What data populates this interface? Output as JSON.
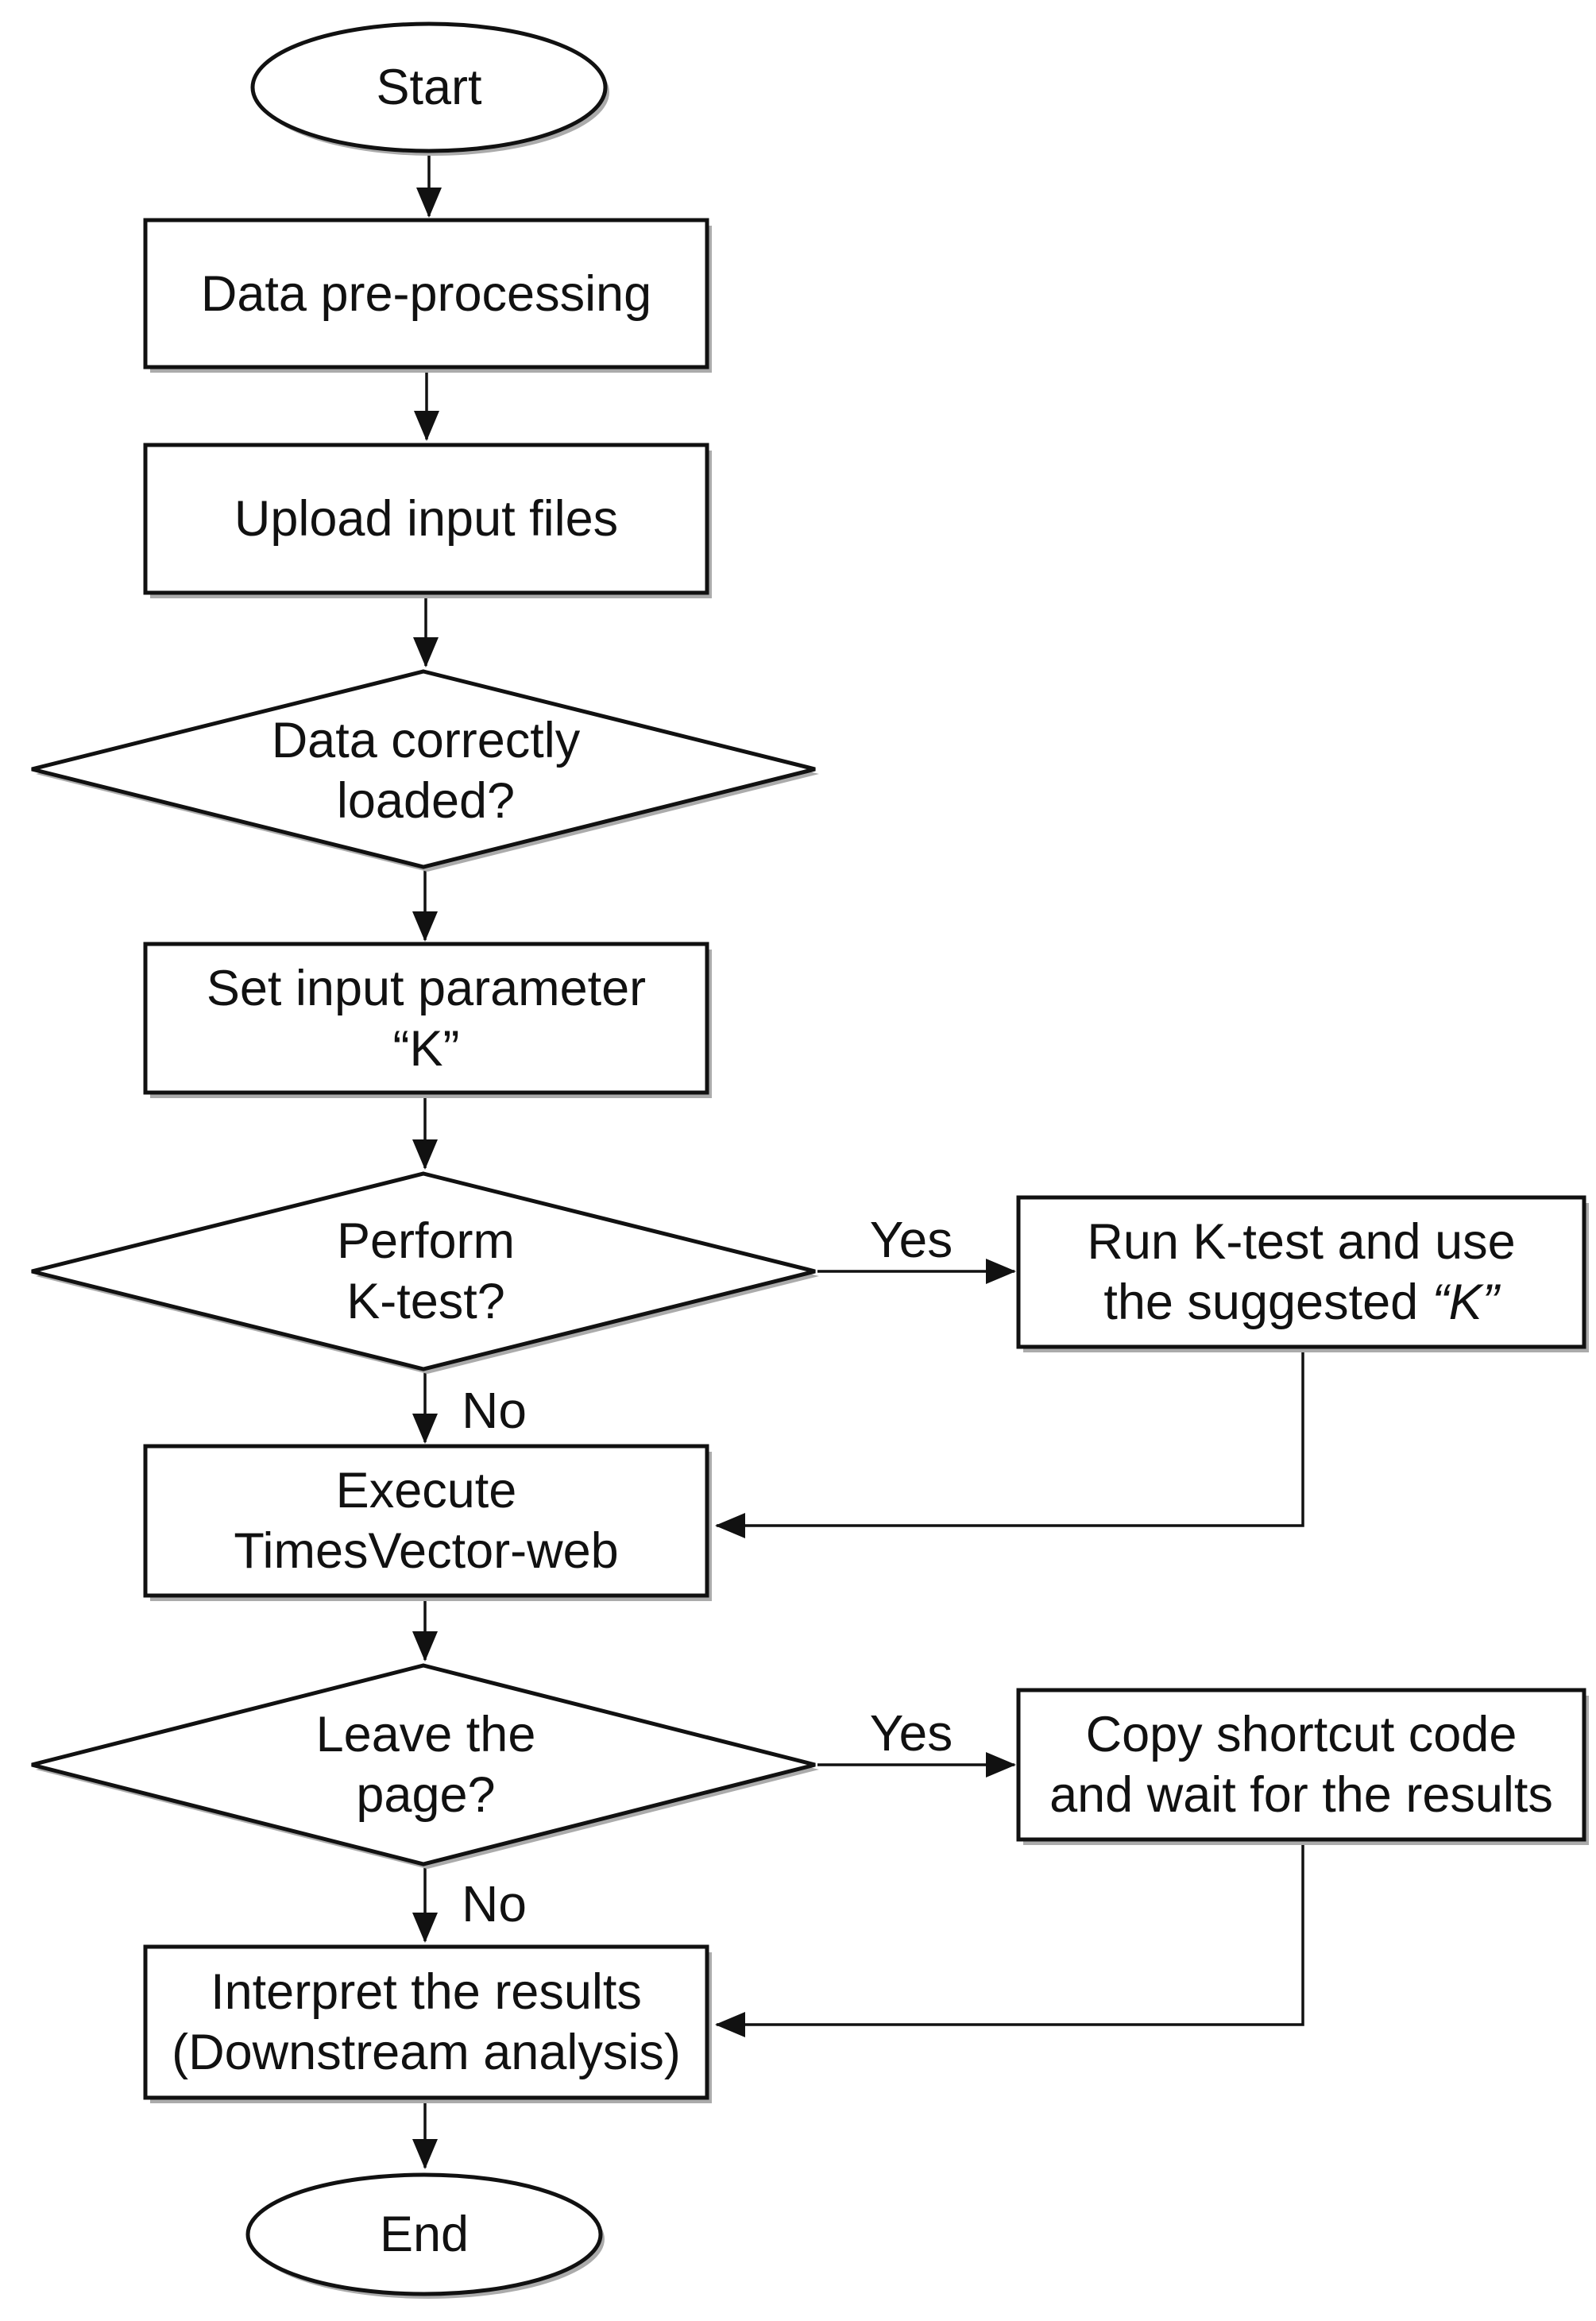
{
  "figure": {
    "type": "flowchart",
    "background_color": "#ffffff",
    "stroke_color": "#111111",
    "shadow_color": "#ababab"
  },
  "nodes": {
    "start": {
      "shape": "terminator",
      "label": "Start"
    },
    "preprocess": {
      "shape": "process",
      "lines": [
        "Data pre-processing"
      ]
    },
    "upload": {
      "shape": "process",
      "lines": [
        "Upload input files"
      ]
    },
    "loaded": {
      "shape": "decision",
      "lines": [
        "Data correctly",
        "loaded?"
      ]
    },
    "setk": {
      "shape": "process",
      "lines": [
        "Set input parameter",
        "“K”"
      ]
    },
    "ktest": {
      "shape": "decision",
      "lines": [
        "Perform",
        "K-test?"
      ]
    },
    "runktest": {
      "shape": "process",
      "lines": [
        "Run K-test and use",
        "the suggested"
      ],
      "k_word": "“K”"
    },
    "execute": {
      "shape": "process",
      "lines": [
        "Execute",
        "TimesVector-web"
      ]
    },
    "leave": {
      "shape": "decision",
      "lines": [
        "Leave the",
        "page?"
      ]
    },
    "copycode": {
      "shape": "process",
      "lines": [
        "Copy shortcut code",
        "and wait for the results"
      ]
    },
    "interpret": {
      "shape": "process",
      "lines": [
        "Interpret the results",
        "(Downstream analysis)"
      ]
    },
    "end": {
      "shape": "terminator",
      "label": "End"
    }
  },
  "edges": [
    {
      "name": "ktest-yes",
      "label": "Yes"
    },
    {
      "name": "ktest-no",
      "label": "No"
    },
    {
      "name": "leave-yes",
      "label": "Yes"
    },
    {
      "name": "leave-no",
      "label": "No"
    }
  ]
}
